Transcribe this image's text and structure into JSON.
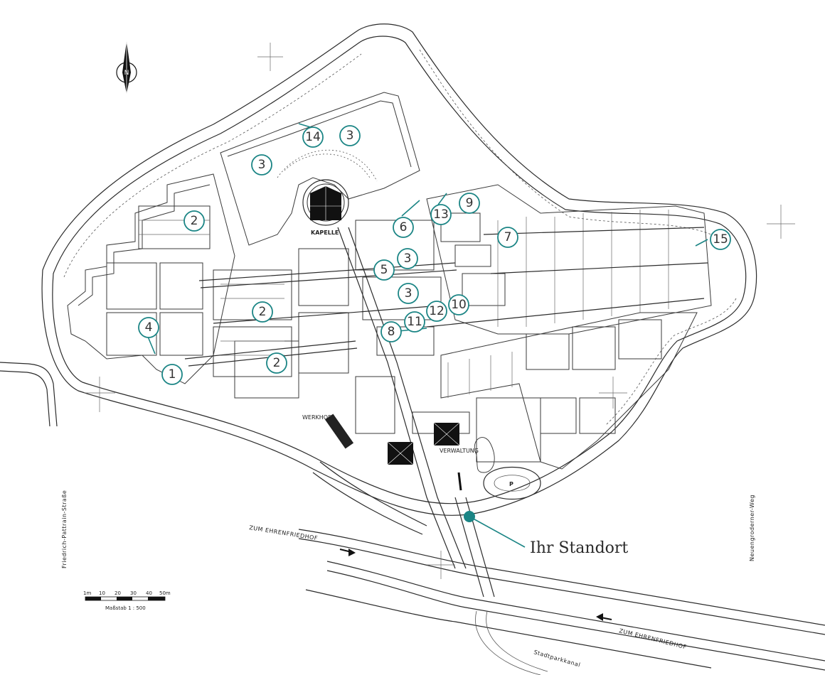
{
  "labels": {
    "chapel": "KAPELLE",
    "werkhof": "WERKHOF",
    "verwaltung": "VERWALTUNG",
    "parking": "P",
    "road_left": "Friedrich-Pattrain-Straße",
    "road_right": "Neuengroderner-Weg",
    "ehrenfriedhof_top": "ZUM EHRENFRIEDHOF",
    "ehrenfriedhof_bottom": "ZUM EHRENFRIEDHOF",
    "canal": "Stadtparkkanal",
    "standort": "Ihr Standort",
    "scale_text": "Maßstab 1 : 500",
    "scale_ticks": [
      "1m",
      "10",
      "20",
      "30",
      "40",
      "50m"
    ]
  },
  "markers": [
    {
      "id": "m1",
      "text": "1"
    },
    {
      "id": "m2a",
      "text": "2"
    },
    {
      "id": "m2b",
      "text": "2"
    },
    {
      "id": "m2c",
      "text": "2"
    },
    {
      "id": "m3a",
      "text": "3"
    },
    {
      "id": "m3b",
      "text": "3"
    },
    {
      "id": "m3c",
      "text": "3"
    },
    {
      "id": "m3d",
      "text": "3"
    },
    {
      "id": "m4",
      "text": "4"
    },
    {
      "id": "m5",
      "text": "5"
    },
    {
      "id": "m6",
      "text": "6"
    },
    {
      "id": "m7",
      "text": "7"
    },
    {
      "id": "m8",
      "text": "8"
    },
    {
      "id": "m9",
      "text": "9"
    },
    {
      "id": "m10",
      "text": "10"
    },
    {
      "id": "m11",
      "text": "11"
    },
    {
      "id": "m12",
      "text": "12"
    },
    {
      "id": "m13",
      "text": "13"
    },
    {
      "id": "m14",
      "text": "14"
    },
    {
      "id": "m15",
      "text": "15"
    }
  ],
  "colors": {
    "accent": "#1b8585",
    "line": "#2b2b2b"
  },
  "icons": {
    "north": "north-arrow-icon"
  }
}
